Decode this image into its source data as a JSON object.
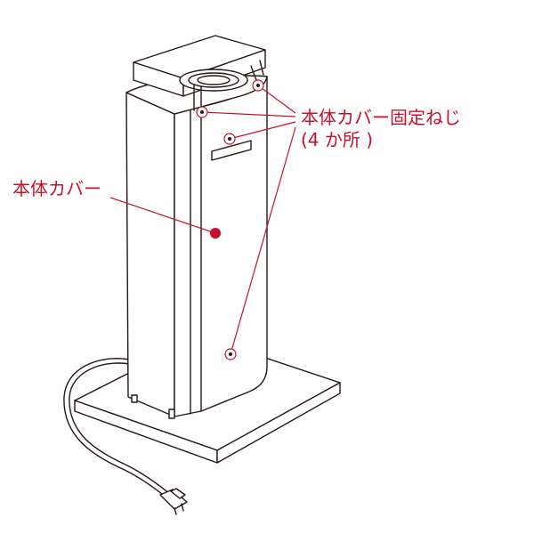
{
  "labels": {
    "body_cover": "本体カバー",
    "screws_title": "本体カバー固定ねじ",
    "screws_count": "(4 か所 )"
  },
  "colors": {
    "accent": "#c8102e",
    "line": "#231815",
    "background": "#ffffff"
  },
  "icons": {
    "cover_marker": "filled-dot",
    "screw_marker": "screw-circle-dot"
  }
}
